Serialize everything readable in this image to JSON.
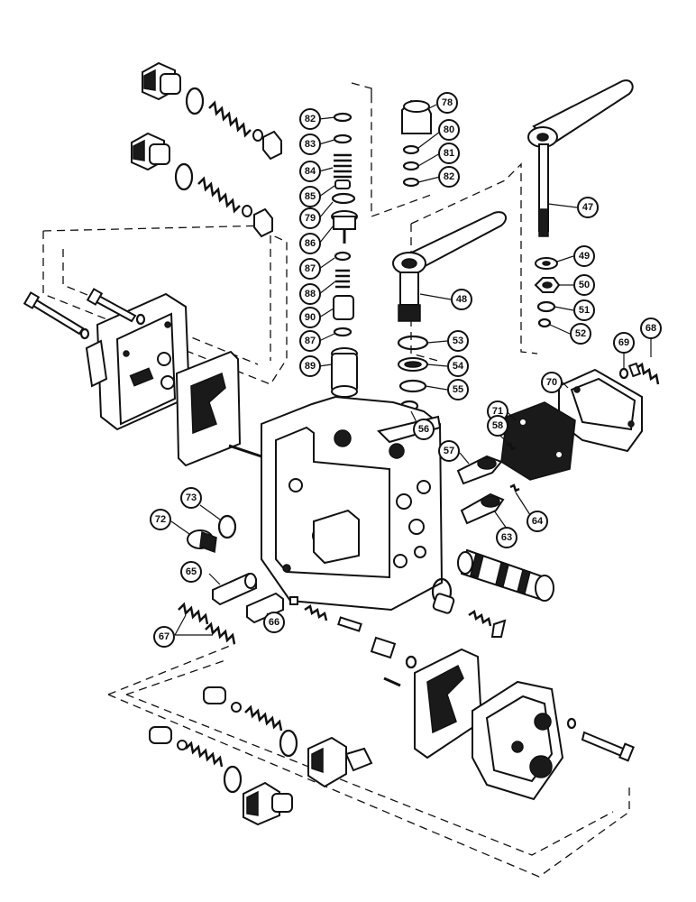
{
  "callouts": [
    {
      "id": "c82a",
      "label": "82"
    },
    {
      "id": "c83",
      "label": "83"
    },
    {
      "id": "c84",
      "label": "84"
    },
    {
      "id": "c85",
      "label": "85"
    },
    {
      "id": "c79",
      "label": "79"
    },
    {
      "id": "c86",
      "label": "86"
    },
    {
      "id": "c87a",
      "label": "87"
    },
    {
      "id": "c88",
      "label": "88"
    },
    {
      "id": "c90",
      "label": "90"
    },
    {
      "id": "c87b",
      "label": "87"
    },
    {
      "id": "c89",
      "label": "89"
    },
    {
      "id": "c78",
      "label": "78"
    },
    {
      "id": "c80",
      "label": "80"
    },
    {
      "id": "c81",
      "label": "81"
    },
    {
      "id": "c82b",
      "label": "82"
    },
    {
      "id": "c47",
      "label": "47"
    },
    {
      "id": "c49",
      "label": "49"
    },
    {
      "id": "c50",
      "label": "50"
    },
    {
      "id": "c51",
      "label": "51"
    },
    {
      "id": "c52",
      "label": "52"
    },
    {
      "id": "c48",
      "label": "48"
    },
    {
      "id": "c53",
      "label": "53"
    },
    {
      "id": "c54",
      "label": "54"
    },
    {
      "id": "c55",
      "label": "55"
    },
    {
      "id": "c56",
      "label": "56"
    },
    {
      "id": "c69",
      "label": "69"
    },
    {
      "id": "c68",
      "label": "68"
    },
    {
      "id": "c70",
      "label": "70"
    },
    {
      "id": "c71",
      "label": "71"
    },
    {
      "id": "c58",
      "label": "58"
    },
    {
      "id": "c57",
      "label": "57"
    },
    {
      "id": "c63",
      "label": "63"
    },
    {
      "id": "c64",
      "label": "64"
    },
    {
      "id": "c73",
      "label": "73"
    },
    {
      "id": "c72",
      "label": "72"
    },
    {
      "id": "c65",
      "label": "65"
    },
    {
      "id": "c66",
      "label": "66"
    },
    {
      "id": "c67",
      "label": "67"
    }
  ]
}
